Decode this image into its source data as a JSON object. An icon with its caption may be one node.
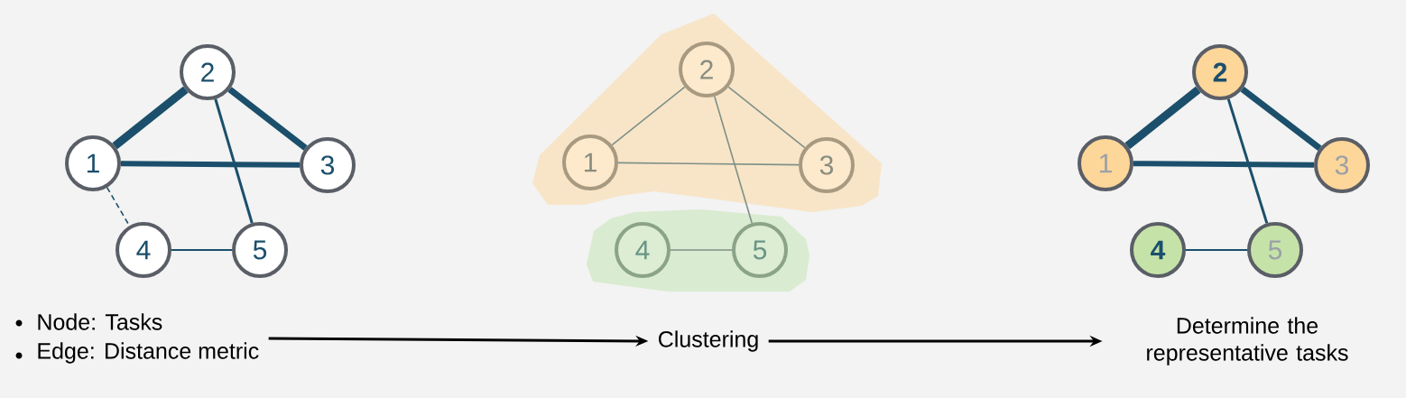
{
  "diagram": {
    "nodes": [
      {
        "text": [
          "1"
        ]
      },
      {
        "text": [
          "2"
        ]
      },
      {
        "text": [
          "3"
        ]
      },
      {
        "text": [
          "4"
        ]
      },
      {
        "text": [
          "5"
        ]
      },
      {
        "text": [],
        "shape": "polygon"
      },
      {
        "text": [
          "2"
        ],
        "in": 5
      },
      {
        "text": [
          "1"
        ],
        "in": 5
      },
      {
        "text": [
          "3"
        ],
        "in": 5
      },
      {
        "text": [],
        "shape": "polygon"
      },
      {
        "text": [
          "4"
        ],
        "in": 9
      },
      {
        "text": [
          "5"
        ],
        "in": 9
      },
      {
        "text": [
          "2"
        ]
      },
      {
        "text": [
          "1"
        ]
      },
      {
        "text": [
          "3"
        ]
      },
      {
        "text": [
          "4"
        ]
      },
      {
        "text": [
          "5"
        ]
      },
      {
        "text": [
          "Node: Tasks",
          "Edge: Distance metric"
        ]
      },
      {
        "text": [
          "Clustering"
        ]
      },
      {
        "text": [
          "Determine the representative tasks"
        ]
      }
    ],
    "edges": [
      {
        "from": 0,
        "to": 1,
        "arrow": "none",
        "style": "thick"
      },
      {
        "from": 1,
        "to": 2,
        "arrow": "none",
        "style": "thick"
      },
      {
        "from": 0,
        "to": 2,
        "arrow": "none",
        "style": "thick"
      },
      {
        "from": 1,
        "to": 4,
        "arrow": "none"
      },
      {
        "from": 0,
        "to": 3,
        "arrow": "none",
        "style": "dashed"
      },
      {
        "from": 3,
        "to": 4,
        "arrow": "none"
      },
      {
        "from": 7,
        "to": 6,
        "arrow": "none",
        "color": "#7f9088"
      },
      {
        "from": 6,
        "to": 8,
        "arrow": "none",
        "color": "#7f9088"
      },
      {
        "from": 7,
        "to": 8,
        "arrow": "none",
        "color": "#7f9088"
      },
      {
        "from": 6,
        "to": 11,
        "arrow": "none",
        "color": "#7f9088"
      },
      {
        "from": 10,
        "to": 11,
        "arrow": "none",
        "color": "#7f9088"
      },
      {
        "from": 13,
        "to": 12,
        "arrow": "none",
        "style": "thick"
      },
      {
        "from": 12,
        "to": 14,
        "arrow": "none",
        "style": "thick"
      },
      {
        "from": 13,
        "to": 14,
        "arrow": "none",
        "style": "thick"
      },
      {
        "from": 12,
        "to": 16,
        "arrow": "none"
      },
      {
        "from": 15,
        "to": 16,
        "arrow": "none"
      },
      {
        "from": 17,
        "to": 18,
        "arrow": "to",
        "color": "#000000"
      },
      {
        "from": 18,
        "to": 19,
        "arrow": "to",
        "color": "#000000"
      }
    ]
  }
}
